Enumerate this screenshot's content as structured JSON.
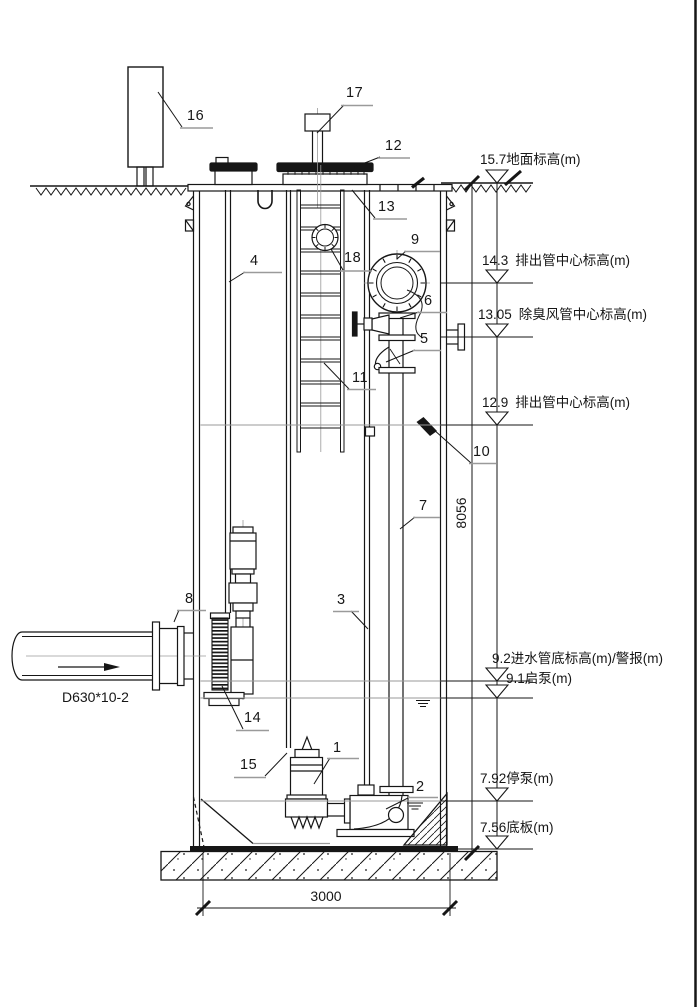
{
  "parts": {
    "p1": "1",
    "p2": "2",
    "p3": "3",
    "p4": "4",
    "p5": "5",
    "p6": "6",
    "p7": "7",
    "p8": "8",
    "p9": "9",
    "p10": "10",
    "p11": "11",
    "p12": "12",
    "p13": "13",
    "p14": "14",
    "p15": "15",
    "p16": "16",
    "p17": "17",
    "p18": "18"
  },
  "elevations": [
    {
      "value": "15.7",
      "label": "地面标高(m)"
    },
    {
      "value": "14.3",
      "label": "排出管中心标高(m)"
    },
    {
      "value": "13.05",
      "label": "除臭风管中心标高(m)"
    },
    {
      "value": "12.9",
      "label": "排出管中心标高(m)"
    },
    {
      "value": "9.2",
      "label": "进水管底标高(m)/警报(m)"
    },
    {
      "value": "9.1",
      "label": "启泵(m)"
    },
    {
      "value": "7.92",
      "label": "停泵(m)"
    },
    {
      "value": "7.56",
      "label": "底板(m)"
    }
  ],
  "dimensions": {
    "overall_height_mm": "8056",
    "base_width_mm": "3000"
  },
  "inlet_pipe": {
    "spec": "D630*10-2"
  },
  "line_colors": {
    "main": "#161616",
    "aux": "#9a9a9a"
  }
}
